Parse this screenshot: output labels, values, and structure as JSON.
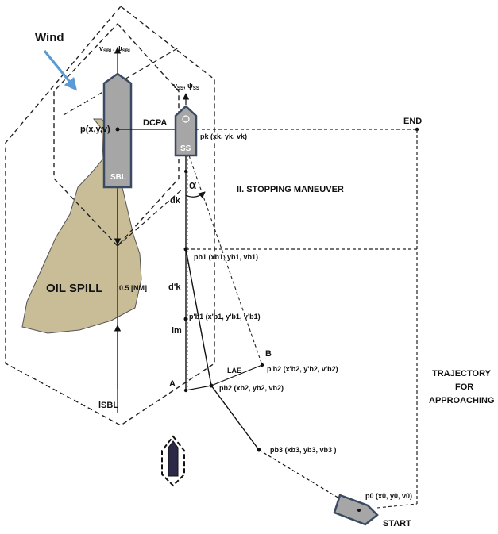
{
  "wind": {
    "label": "Wind"
  },
  "sbl": {
    "velocity_label": "v",
    "velocity_sub": "SBL",
    "heading_label": "ψ",
    "heading_sub": "SBL",
    "ship_label": "SBL",
    "position_label": "p(x,y,v)"
  },
  "ss": {
    "velocity_label": "v",
    "velocity_sub": "SS",
    "heading_label": "ψ",
    "heading_sub": "SS",
    "ship_label": "SS"
  },
  "labels": {
    "dcpa": "DCPA",
    "end": "END",
    "start": "START",
    "stopping": "II. STOPPING MANEUVER",
    "trajectory": [
      "TRAJECTORY",
      "FOR",
      "APPROACHING"
    ],
    "oil_spill": "OIL SPILL",
    "distance": "0.5 [NM]",
    "alpha": "α",
    "point_a": "A",
    "point_b": "B"
  },
  "points": {
    "pk": "p",
    "pk_sub": "k",
    "pk_args": " (x",
    "pk_full": "pk (xk, yk, vk)",
    "pb1": "pb1 (xb1, yb1, vb1)",
    "pb1_prime": "p'b1 (x'b1, y'b1, v'b1)",
    "pb2_prime": "p'b2 (x'b2, y'b2, v'b2)",
    "pb2": "pb2 (xb2, yb2, vb2)",
    "pb3": "pb3 (xb3, yb3, vb3 )",
    "p0": "p0 (x0, y0, v0)"
  },
  "distances": {
    "dk": "dk",
    "dk_prime": "d'k",
    "lm": "lm",
    "lae": "LAE",
    "lsbl": "lSBL"
  },
  "colors": {
    "oil": "#c9bd98",
    "ship_fill": "#a6a6a6",
    "ship_stroke": "#3a4a63",
    "wind_arrow": "#5b9bd5",
    "small_ship": "#2a2a48"
  }
}
